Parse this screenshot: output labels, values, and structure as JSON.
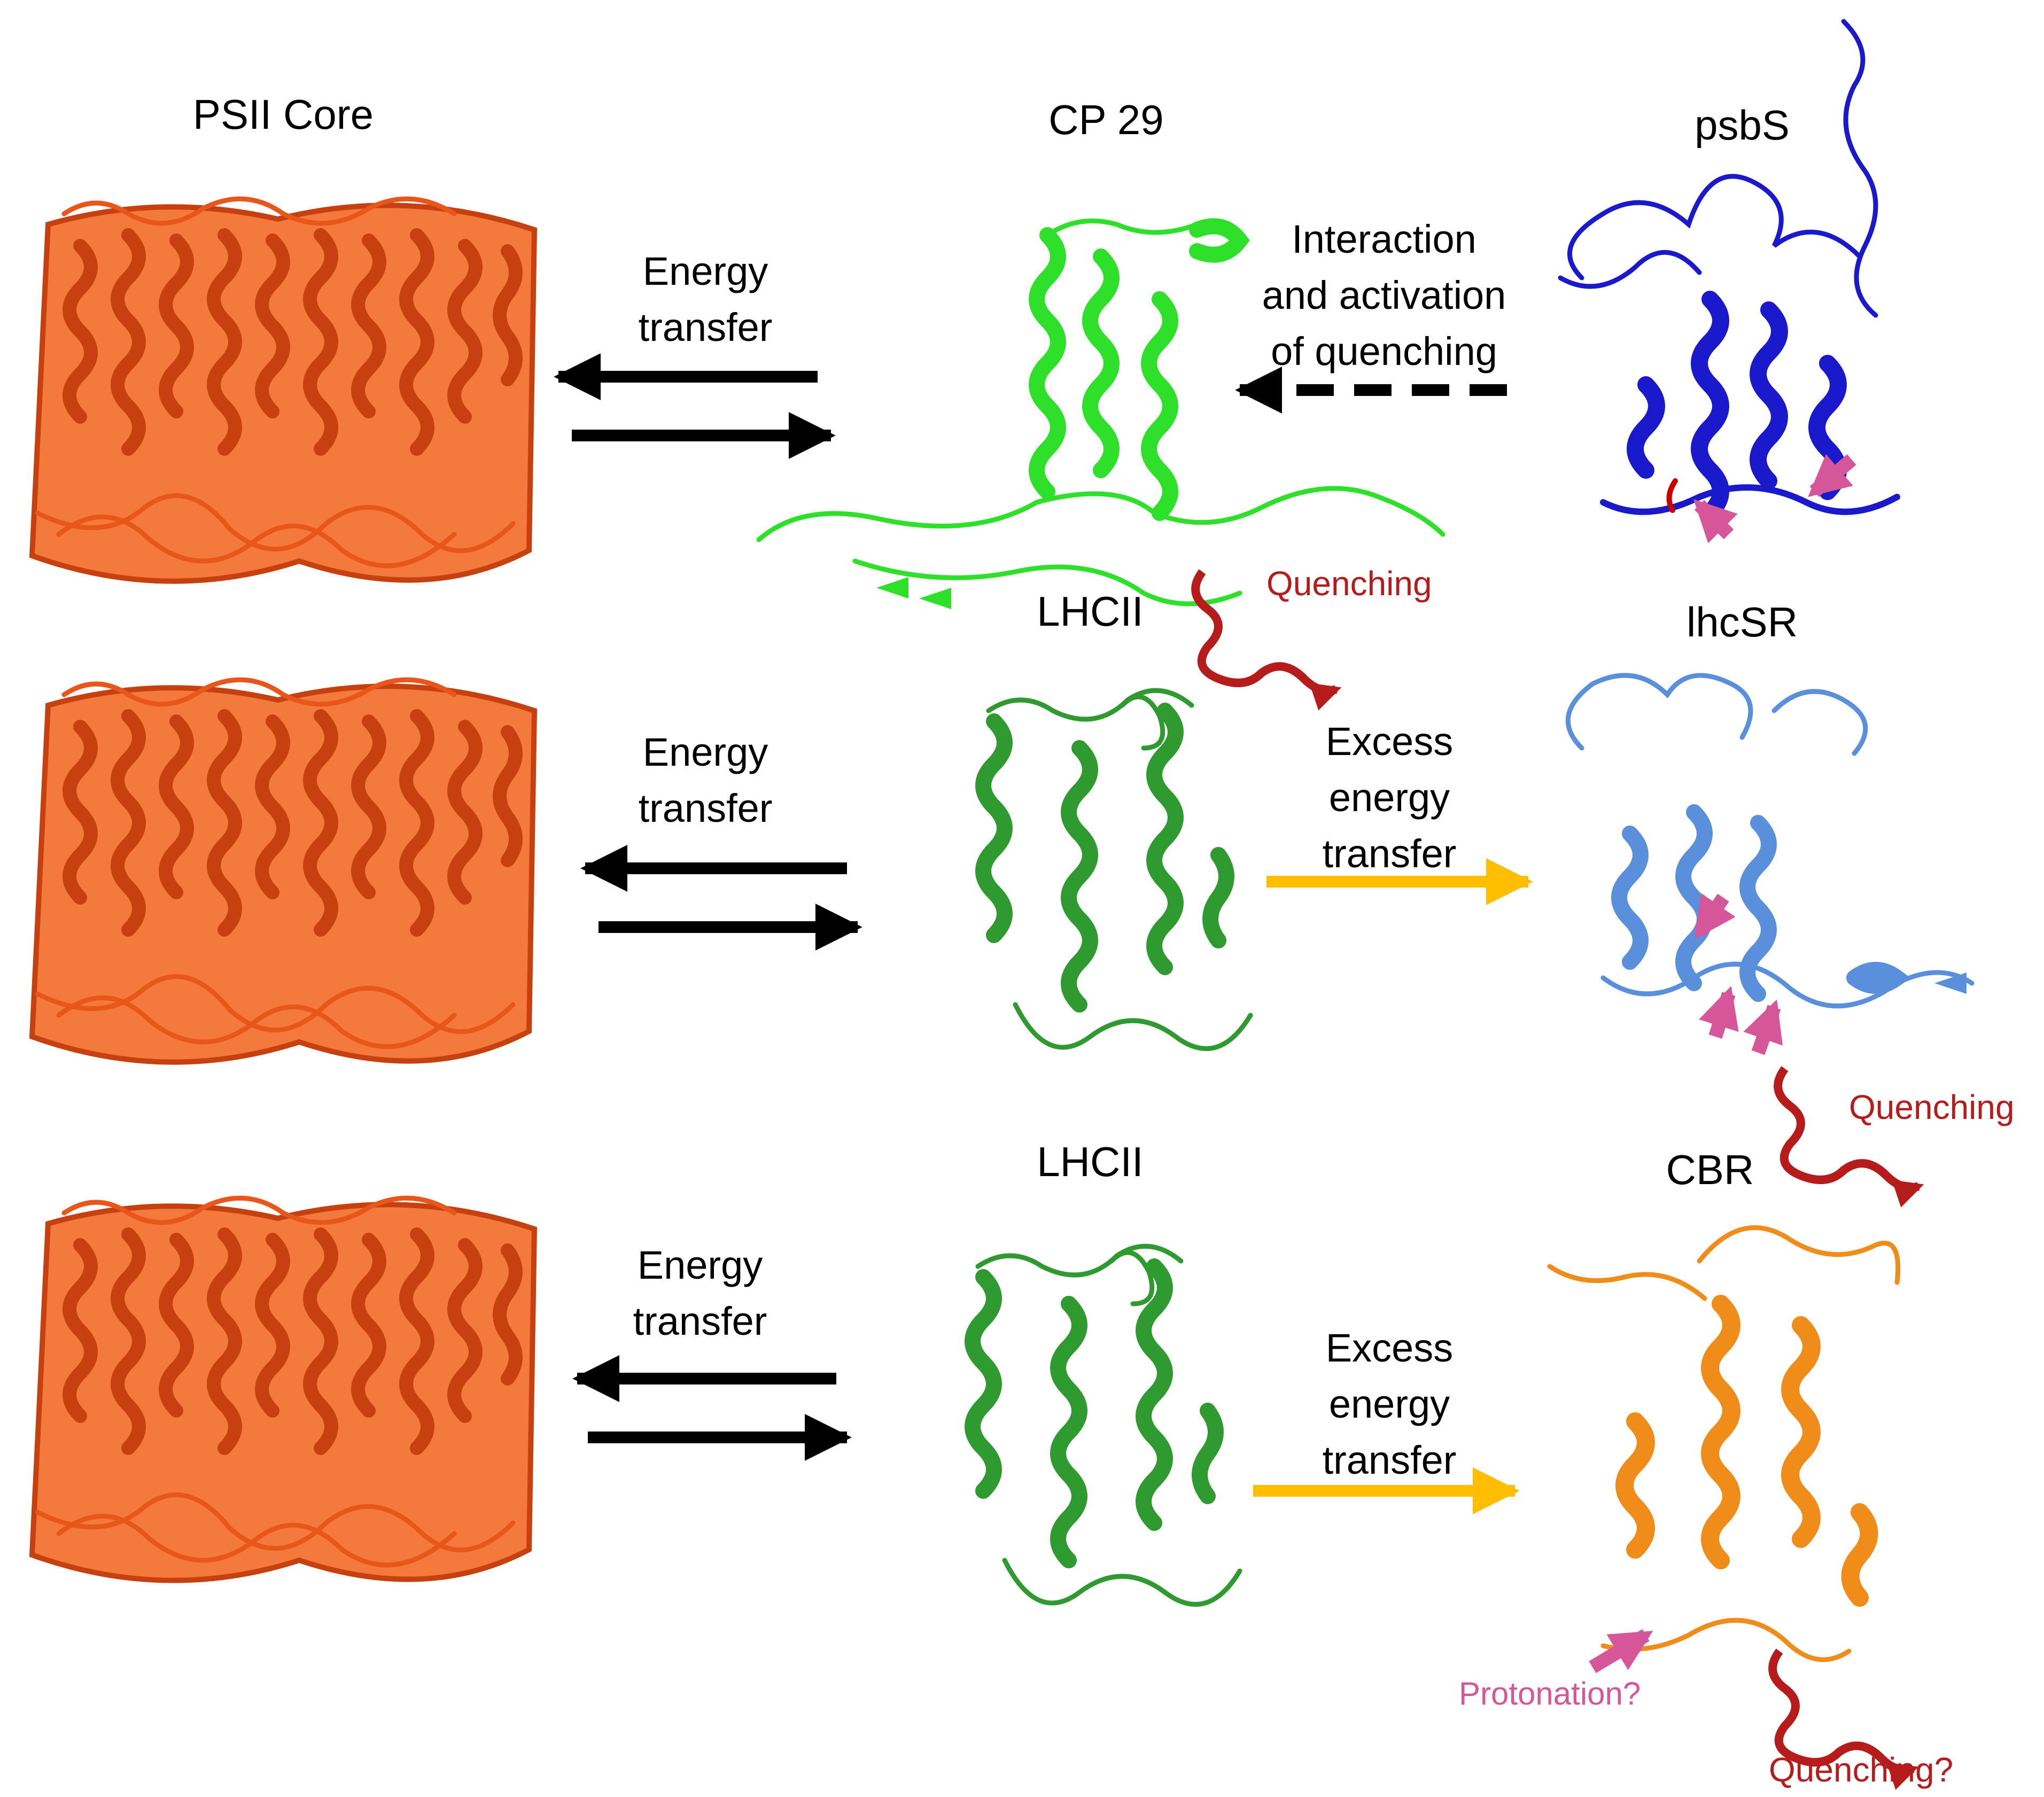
{
  "labels": {
    "psii_core": "PSII Core",
    "cp29": "CP 29",
    "psbs": "psbS",
    "lhcii_1": "LHCII",
    "lhcsr": "lhcSR",
    "lhcii_2": "LHCII",
    "cbr": "CBR"
  },
  "annotations": {
    "energy_transfer_1": "Energy\ntransfer",
    "energy_transfer_2": "Energy\ntransfer",
    "energy_transfer_3": "Energy\ntransfer",
    "interaction": "Interaction\nand activation\nof quenching",
    "excess_1": "Excess\nenergy\ntransfer",
    "excess_2": "Excess\nenergy\ntransfer",
    "quenching_1": "Quenching",
    "quenching_2": "Quenching",
    "quenching_3": "Quenching?",
    "protonation": "Protonation?"
  },
  "colors": {
    "psii": "#e8561a",
    "cp29": "#2ee02a",
    "psbs": "#1a1acc",
    "lhcii": "#2f9a2f",
    "lhcsr": "#5a8fdb",
    "cbr": "#f08c1a",
    "quench": "#b71c1c",
    "site": "#d6569a",
    "transfer": "#000000",
    "excess": "#ffbf00"
  }
}
